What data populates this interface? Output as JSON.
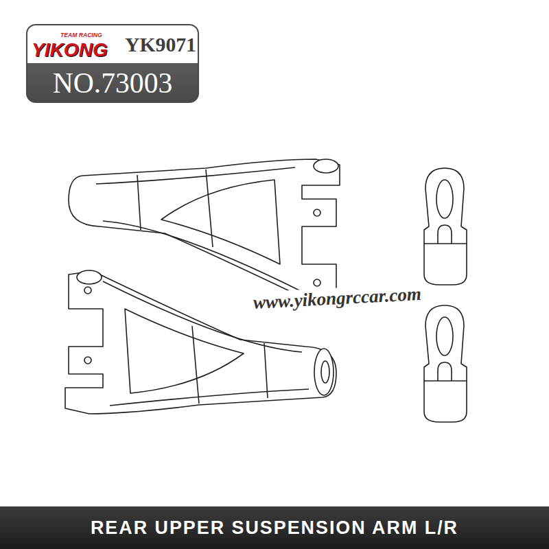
{
  "diagram": {
    "nodes": [
      {
        "text": [
          "YK9071",
          "NO.73003"
        ]
      },
      {
        "text": [
          "TEAM RACING",
          "YIKONG"
        ],
        "in": 0
      },
      {
        "text": [
          "REAR UPPER SUSPENSION ARM L/R"
        ]
      }
    ],
    "labels": [
      "www.yikongrccar.com"
    ]
  }
}
